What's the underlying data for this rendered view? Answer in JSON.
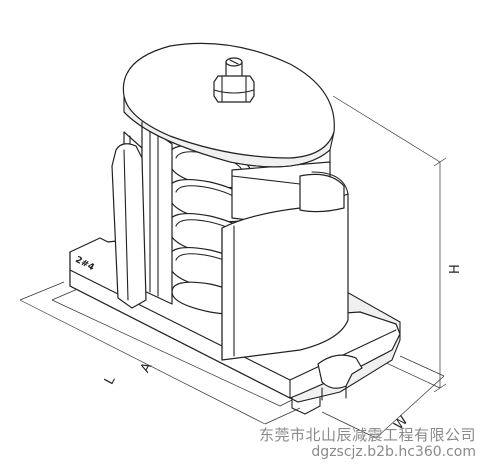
{
  "dimensions": {
    "length_outer": "L",
    "length_inner": "A",
    "height": "H",
    "width": "W"
  },
  "base_marking": "2#4",
  "watermark": {
    "company": "东莞市北山辰减震工程有限公司",
    "site": "dgzscjz.b2b.hc360.com"
  }
}
